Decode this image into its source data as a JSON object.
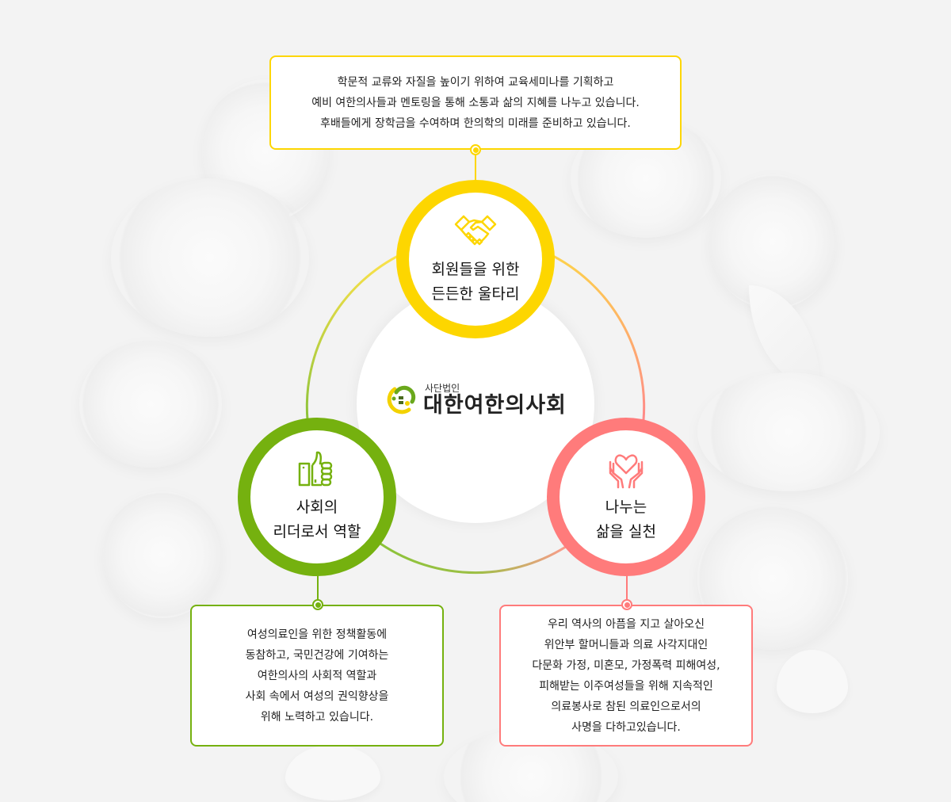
{
  "colors": {
    "background": "#f3f3f3",
    "yellow": "#fdd600",
    "green": "#75b10f",
    "pink": "#ff7b7b"
  },
  "center": {
    "logo_icon": "association-logo-icon",
    "subtitle": "사단법인",
    "title": "대한여한의사회"
  },
  "nodes": {
    "top": {
      "icon": "handshake-icon",
      "line1": "회원들을 위한",
      "line2": "든든한 울타리",
      "color": "#fdd600"
    },
    "left": {
      "icon": "thumbs-up-icon",
      "line1": "사회의",
      "line2": "리더로서 역할",
      "color": "#75b10f"
    },
    "right": {
      "icon": "heart-hands-icon",
      "line1": "나누는",
      "line2": "삶을 실천",
      "color": "#ff7b7b"
    }
  },
  "descriptions": {
    "top": [
      "학문적 교류와 자질을 높이기 위하여 교육세미나를 기획하고",
      "예비 여한의사들과 멘토링을 통해 소통과 삶의 지혜를 나누고 있습니다.",
      "후배들에게 장학금을 수여하며 한의학의 미래를 준비하고 있습니다."
    ],
    "left": [
      "여성의료인을 위한 정책활동에",
      "동참하고, 국민건강에 기여하는",
      "여한의사의 사회적 역할과",
      "사회 속에서 여성의 권익향상을",
      "위해 노력하고 있습니다."
    ],
    "right": [
      "우리 역사의 아픔을 지고 살아오신",
      "위안부 할머니들과 의료 사각지대인",
      "다문화 가정, 미혼모, 가정폭력 피해여성,",
      "피해받는 이주여성들을 위해 지속적인",
      "의료봉사로 참된 의료인으로서의",
      "사명을 다하고있습니다."
    ]
  }
}
